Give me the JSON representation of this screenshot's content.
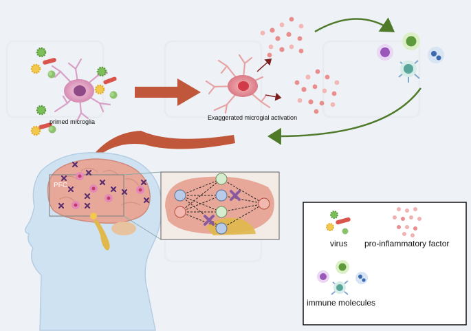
{
  "labels": {
    "primed_microglia": "primed microglia",
    "exaggerated_activation": "Exaggerated microgial activation",
    "pfc": "PFC"
  },
  "legend": {
    "virus": "virus",
    "pro_inflammatory": "pro-inflammatory factor",
    "immune_molecules": "immune molecules"
  },
  "colors": {
    "arrow_rust": "#c0573a",
    "arrow_green": "#4e7a2a",
    "microglia_pink": "#e8a3c4",
    "microglia_nucleus": "#8d4a86",
    "activated_nucleus": "#d13a47",
    "factor_dots": "#e98d8d",
    "brain": "#e7a89a",
    "head": "#cfe2f2"
  }
}
